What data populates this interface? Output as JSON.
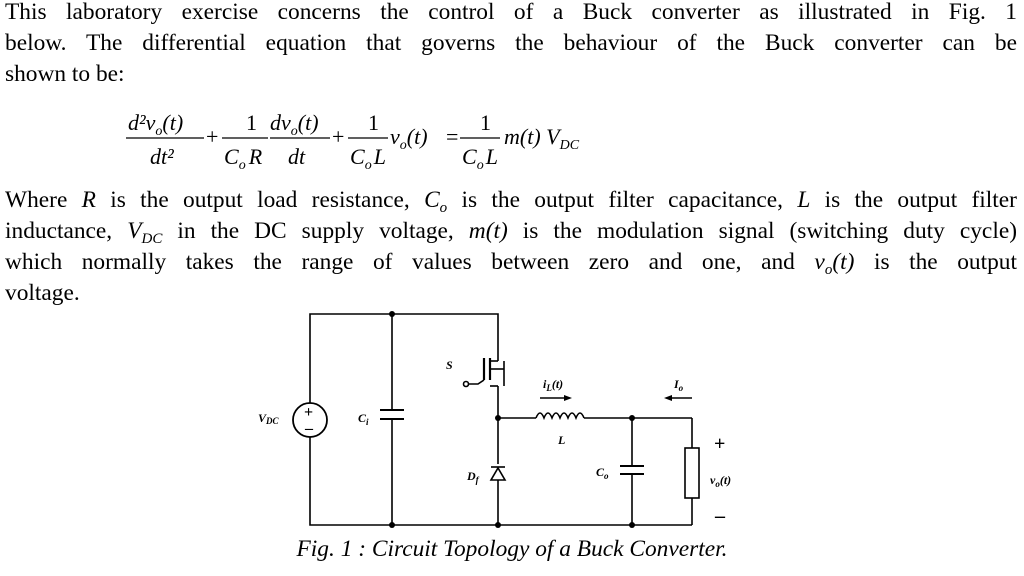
{
  "intro": {
    "line1": "This laboratory exercise concerns the control of a Buck converter as illustrated in Fig. 1",
    "line2": "below. The differential equation that governs the behaviour of the Buck converter can be",
    "line3": "shown to be:"
  },
  "equation": {
    "t1_num": "d²v",
    "t1_num_sub": "o",
    "t1_num_arg": "(t)",
    "t1_den": "dt²",
    "plus1": "+",
    "t2_num_a": "1",
    "t2_den_a": "C",
    "t2_den_a_sub": "o",
    "t2_den_a_tail": "R",
    "t2_num_b": "dv",
    "t2_num_b_sub": "o",
    "t2_num_b_arg": "(t)",
    "t2_den_b": "dt",
    "plus2": "+",
    "t3_num": "1",
    "t3_den": "C",
    "t3_den_sub": "o",
    "t3_den_tail": "L",
    "t3_var": "v",
    "t3_var_sub": "o",
    "t3_var_arg": "(t)",
    "eq": "=",
    "rhs_num": "1",
    "rhs_den": "C",
    "rhs_den_sub": "o",
    "rhs_den_tail": "L",
    "rhs_var": "m(t) V",
    "rhs_var_sub": "DC"
  },
  "para2": {
    "l1_a": "Where ",
    "l1_R": "R",
    "l1_b": " is the output load resistance, ",
    "l1_C": "C",
    "l1_Csub": "o",
    "l1_c": " is the output filter capacitance, ",
    "l1_L": "L",
    "l1_d": " is the output filter",
    "l2_a": "inductance, ",
    "l2_V": "V",
    "l2_Vsub": "DC",
    "l2_b": " in the DC supply voltage, ",
    "l2_m": "m(t)",
    "l2_c": " is the modulation signal (switching duty cycle)",
    "l3_a": "which normally takes the range of values between zero and one, and ",
    "l3_v": "v",
    "l3_vsub": "o",
    "l3_varg": "(t)",
    "l3_b": " is the output",
    "l4": "voltage."
  },
  "circuit": {
    "vdc": "V",
    "vdc_sub": "DC",
    "ci": "C",
    "ci_sub": "i",
    "switch": "S",
    "diode": "D",
    "diode_sub": "f",
    "il": "i",
    "il_sub": "L",
    "il_arg": "(t)",
    "inductor": "L",
    "io": "I",
    "io_sub": "o",
    "co": "C",
    "co_sub": "o",
    "plus": "+",
    "minus": "–",
    "vo": "v",
    "vo_sub": "o",
    "vo_arg": "(t)"
  },
  "caption": "Fig. 1 : Circuit Topology of a Buck Converter."
}
